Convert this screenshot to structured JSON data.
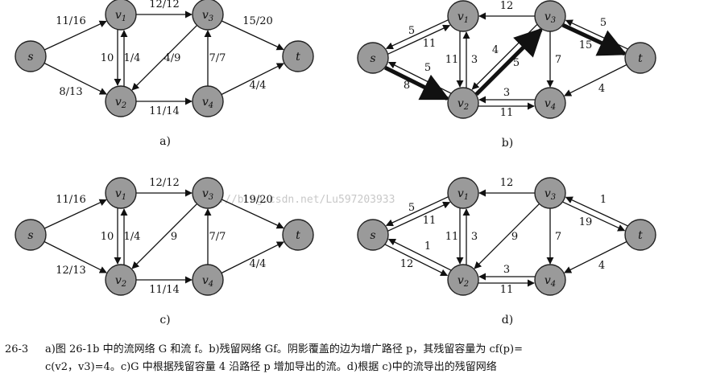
{
  "diagrams": [
    {
      "id": "a",
      "label": "a)",
      "nodes": [
        {
          "id": "s",
          "label": "s"
        },
        {
          "id": "v1",
          "label": "v1"
        },
        {
          "id": "v2",
          "label": "v2"
        },
        {
          "id": "v3",
          "label": "v3"
        },
        {
          "id": "v4",
          "label": "v4"
        },
        {
          "id": "t",
          "label": "t"
        }
      ],
      "edges": [
        {
          "from": "s",
          "to": "v1",
          "label": "11/16"
        },
        {
          "from": "s",
          "to": "v2",
          "label": "8/13"
        },
        {
          "from": "v2",
          "to": "v1",
          "label": "10"
        },
        {
          "from": "v1",
          "to": "v2",
          "label": "1/4"
        },
        {
          "from": "v1",
          "to": "v3",
          "label": "12/12"
        },
        {
          "from": "v3",
          "to": "v2",
          "label": "4/9"
        },
        {
          "from": "v2",
          "to": "v4",
          "label": "11/14"
        },
        {
          "from": "v4",
          "to": "v3",
          "label": "7/7"
        },
        {
          "from": "v3",
          "to": "t",
          "label": "15/20"
        },
        {
          "from": "v4",
          "to": "t",
          "label": "4/4"
        }
      ]
    },
    {
      "id": "b",
      "label": "b)",
      "nodes": [
        {
          "id": "s",
          "label": "s"
        },
        {
          "id": "v1",
          "label": "v1"
        },
        {
          "id": "v2",
          "label": "v2"
        },
        {
          "id": "v3",
          "label": "v3"
        },
        {
          "id": "v4",
          "label": "v4"
        },
        {
          "id": "t",
          "label": "t"
        }
      ],
      "edges": [
        {
          "from": "s",
          "to": "v1",
          "label": "5"
        },
        {
          "from": "v1",
          "to": "s",
          "label": "11"
        },
        {
          "from": "s",
          "to": "v2",
          "label": "5",
          "thick": true
        },
        {
          "from": "v2",
          "to": "s",
          "label": "8"
        },
        {
          "from": "v1",
          "to": "v2",
          "label": "11"
        },
        {
          "from": "v2",
          "to": "v1",
          "label": "3"
        },
        {
          "from": "v3",
          "to": "v1",
          "label": "12"
        },
        {
          "from": "v2",
          "to": "v3",
          "label": "4",
          "thick": true
        },
        {
          "from": "v3",
          "to": "v2",
          "label": "5"
        },
        {
          "from": "v2",
          "to": "v4",
          "label": "3"
        },
        {
          "from": "v4",
          "to": "v2",
          "label": "11"
        },
        {
          "from": "v3",
          "to": "v4",
          "label": "7"
        },
        {
          "from": "v3",
          "to": "t",
          "label": "5",
          "thick": true
        },
        {
          "from": "t",
          "to": "v3",
          "label": "15"
        },
        {
          "from": "t",
          "to": "v4",
          "label": "4"
        }
      ]
    },
    {
      "id": "c",
      "label": "c)",
      "nodes": [
        {
          "id": "s",
          "label": "s"
        },
        {
          "id": "v1",
          "label": "v1"
        },
        {
          "id": "v2",
          "label": "v2"
        },
        {
          "id": "v3",
          "label": "v3"
        },
        {
          "id": "v4",
          "label": "v4"
        },
        {
          "id": "t",
          "label": "t"
        }
      ],
      "edges": [
        {
          "from": "s",
          "to": "v1",
          "label": "11/16"
        },
        {
          "from": "s",
          "to": "v2",
          "label": "12/13"
        },
        {
          "from": "v2",
          "to": "v1",
          "label": "10"
        },
        {
          "from": "v1",
          "to": "v2",
          "label": "1/4"
        },
        {
          "from": "v1",
          "to": "v3",
          "label": "12/12"
        },
        {
          "from": "v3",
          "to": "v2",
          "label": "9"
        },
        {
          "from": "v2",
          "to": "v4",
          "label": "11/14"
        },
        {
          "from": "v4",
          "to": "v3",
          "label": "7/7"
        },
        {
          "from": "v3",
          "to": "t",
          "label": "19/20"
        },
        {
          "from": "v4",
          "to": "t",
          "label": "4/4"
        }
      ]
    },
    {
      "id": "d",
      "label": "d)",
      "nodes": [
        {
          "id": "s",
          "label": "s"
        },
        {
          "id": "v1",
          "label": "v1"
        },
        {
          "id": "v2",
          "label": "v2"
        },
        {
          "id": "v3",
          "label": "v3"
        },
        {
          "id": "v4",
          "label": "v4"
        },
        {
          "id": "t",
          "label": "t"
        }
      ],
      "edges": [
        {
          "from": "s",
          "to": "v1",
          "label": "5"
        },
        {
          "from": "v1",
          "to": "s",
          "label": "11"
        },
        {
          "from": "s",
          "to": "v2",
          "label": "1"
        },
        {
          "from": "v2",
          "to": "s",
          "label": "12"
        },
        {
          "from": "v1",
          "to": "v2",
          "label": "11"
        },
        {
          "from": "v2",
          "to": "v1",
          "label": "3"
        },
        {
          "from": "v3",
          "to": "v1",
          "label": "12"
        },
        {
          "from": "v3",
          "to": "v2",
          "label": "9"
        },
        {
          "from": "v2",
          "to": "v4",
          "label": "3"
        },
        {
          "from": "v4",
          "to": "v2",
          "label": "11"
        },
        {
          "from": "v3",
          "to": "v4",
          "label": "7"
        },
        {
          "from": "v3",
          "to": "t",
          "label": "1"
        },
        {
          "from": "t",
          "to": "v3",
          "label": "19"
        },
        {
          "from": "t",
          "to": "v4",
          "label": "4"
        }
      ]
    }
  ],
  "watermark": "http://blog.csdn.net/Lu597203933",
  "caption": {
    "number": "26-3",
    "line1": "a)图 26-1b 中的流网络 G 和流 f。b)残留网络 Gf。阴影覆盖的边为增广路径 p，其残留容量为 cf(p)=",
    "line2": "c(v2，v3)=4。c)G 中根据残留容量 4 沿路径 p 增加导出的流。d)根据 c)中的流导出的残留网络"
  }
}
